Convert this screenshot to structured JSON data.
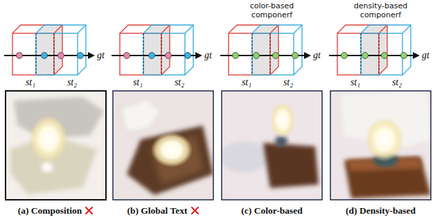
{
  "diagram": {
    "labels": [
      "color-based componerf",
      "density-based componerf",
      "gt",
      "st₁",
      "st₂",
      "gt",
      "st₁",
      "st₂",
      "gt",
      "st₁",
      "st₂",
      "gt",
      "st₁",
      "st₂",
      "(a) Composition",
      "(b) Global Text",
      "(c) Color-based",
      "(d) Density-based"
    ]
  }
}
